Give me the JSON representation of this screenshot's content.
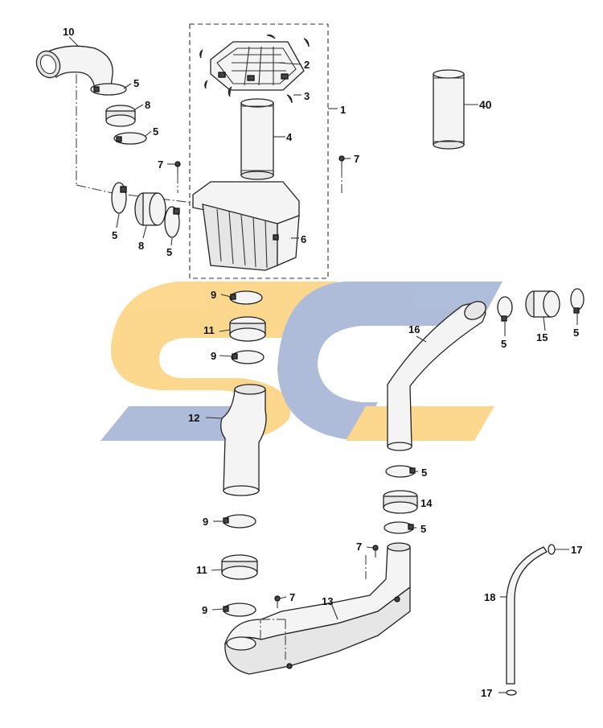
{
  "watermark": {
    "text": "SC",
    "colors": {
      "orange": "#fcd68a",
      "blue": "#aab9d7"
    }
  },
  "callouts": {
    "c1": "1",
    "c2": "2",
    "c3": "3",
    "c4": "4",
    "c5a": "5",
    "c5b": "5",
    "c5c": "5",
    "c5d": "5",
    "c5e": "5",
    "c5f": "5",
    "c5g": "5",
    "c5h": "5",
    "c6": "6",
    "c7a": "7",
    "c7b": "7",
    "c7c": "7",
    "c7d": "7",
    "c8a": "8",
    "c8b": "8",
    "c9a": "9",
    "c9b": "9",
    "c9c": "9",
    "c9d": "9",
    "c10": "10",
    "c11a": "11",
    "c11b": "11",
    "c12": "12",
    "c13": "13",
    "c14": "14",
    "c15": "15",
    "c16": "16",
    "c17a": "17",
    "c17b": "17",
    "c18": "18",
    "c40": "40"
  }
}
